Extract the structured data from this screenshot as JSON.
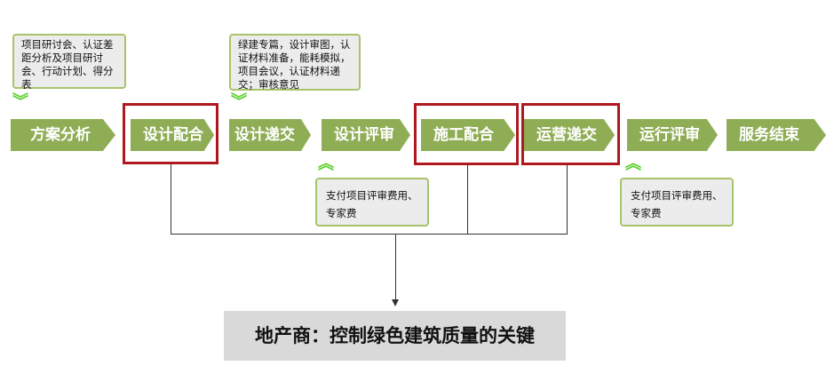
{
  "steps": [
    "方案分析",
    "设计配合",
    "设计递交",
    "设计评审",
    "施工配合",
    "运营递交",
    "运行评审",
    "服务结束"
  ],
  "callouts": {
    "plan": "项目研讨会、认证差距分析及项目研讨会、行动计划、得分表",
    "submit": "绿建专篇，设计审图，认证材料准备，能耗模拟，项目会议，认证材料递交；审核意见",
    "review": "支付项目评审费用、专家费",
    "operation_review": "支付项目评审费用、专家费"
  },
  "conclusion": "地产商：控制绿色建筑质量的关键",
  "colors": {
    "step": "#8fad55",
    "highlight": "#b01820"
  }
}
